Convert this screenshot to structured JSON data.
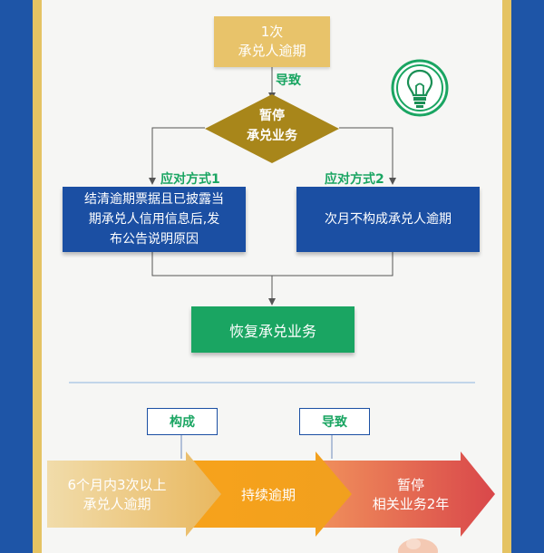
{
  "flow": {
    "top_box": [
      "1次",
      "承兑人逾期"
    ],
    "cause_label": "导致",
    "diamond": [
      "暂停",
      "承兑业务"
    ],
    "option1_label": "应对方式1",
    "option2_label": "应对方式2",
    "option1_text": [
      "结清逾期票据且已披露当",
      "期承兑人信用信息后,发",
      "布公告说明原因"
    ],
    "option2_text": "次月不构成承兑人逾期",
    "resume_box": "恢复承兑业务"
  },
  "bottom": {
    "tag_constitute": "构成",
    "tag_cause": "导致",
    "arrow1": [
      "6个月内3次以上",
      "承兑人逾期"
    ],
    "arrow2": "持续逾期",
    "arrow3": [
      "暂停",
      "相关业务2年"
    ]
  },
  "colors": {
    "gold": "#e8c36a",
    "blue": "#1b4fa3",
    "green": "#1aa562",
    "diamond": "#a8861a",
    "red": "#d9474a",
    "orange": "#f2a11a"
  },
  "icons": {
    "bulb": "lightbulb-icon"
  }
}
